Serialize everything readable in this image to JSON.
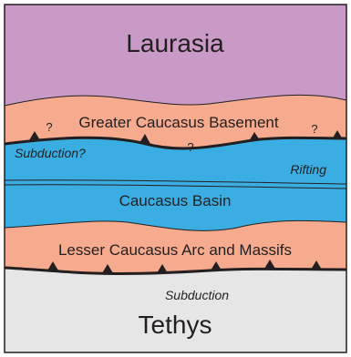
{
  "regions": {
    "laurasia": {
      "label": "Laurasia",
      "color": "#c99ac6"
    },
    "greater_caucasus": {
      "label": "Greater Caucasus Basement",
      "color": "#f6ab8e"
    },
    "caucasus_basin": {
      "label": "Caucasus Basin",
      "color": "#3aaee3"
    },
    "lesser_caucasus": {
      "label": "Lesser Caucasus Arc and Massifs",
      "color": "#f6ab8e"
    },
    "tethys": {
      "label": "Tethys",
      "color": "#e6e6e6"
    }
  },
  "annotations": {
    "subduction_north": "Subduction?",
    "rifting": "Rifting",
    "subduction_south": "Subduction",
    "question_mark": "?"
  },
  "line_color": "#231f20"
}
